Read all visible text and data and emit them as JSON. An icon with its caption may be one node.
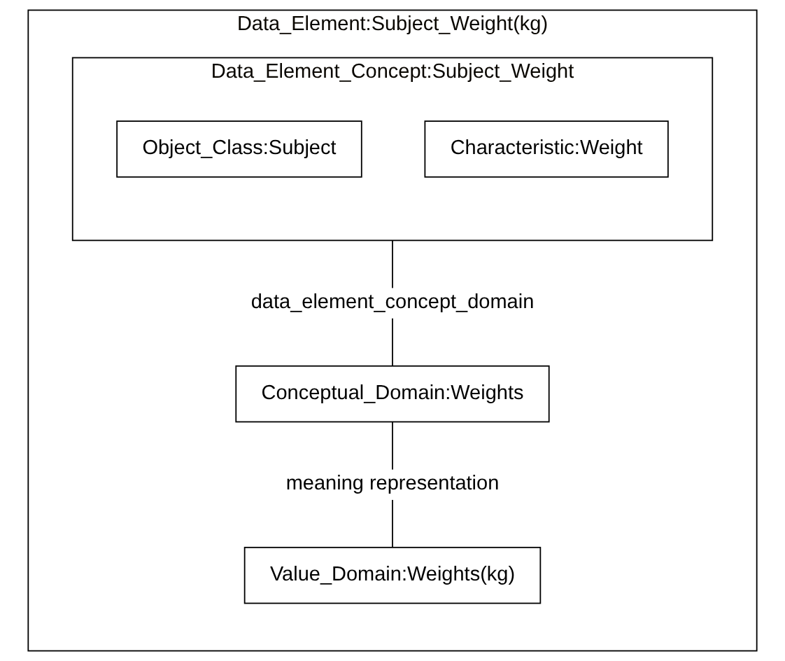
{
  "diagram": {
    "nodes": [
      {
        "text": [
          "Data_Element:Subject_Weight(kg)"
        ]
      },
      {
        "text": [
          "Data_Element_Concept:Subject_Weight"
        ],
        "in": 0
      },
      {
        "text": [
          "Object_Class:Subject"
        ],
        "in": 1
      },
      {
        "text": [
          "Characteristic:Weight"
        ],
        "in": 1
      },
      {
        "text": [
          "Conceptual_Domain:Weights"
        ],
        "in": 0
      },
      {
        "text": [
          "Value_Domain:Weights(kg)"
        ],
        "in": 0
      }
    ],
    "edges": [
      {
        "from": 1,
        "to": 4,
        "arrow": "none",
        "label": "data_element_concept_domain"
      },
      {
        "from": 4,
        "to": 5,
        "arrow": "none",
        "label": "meaning representation"
      }
    ]
  }
}
